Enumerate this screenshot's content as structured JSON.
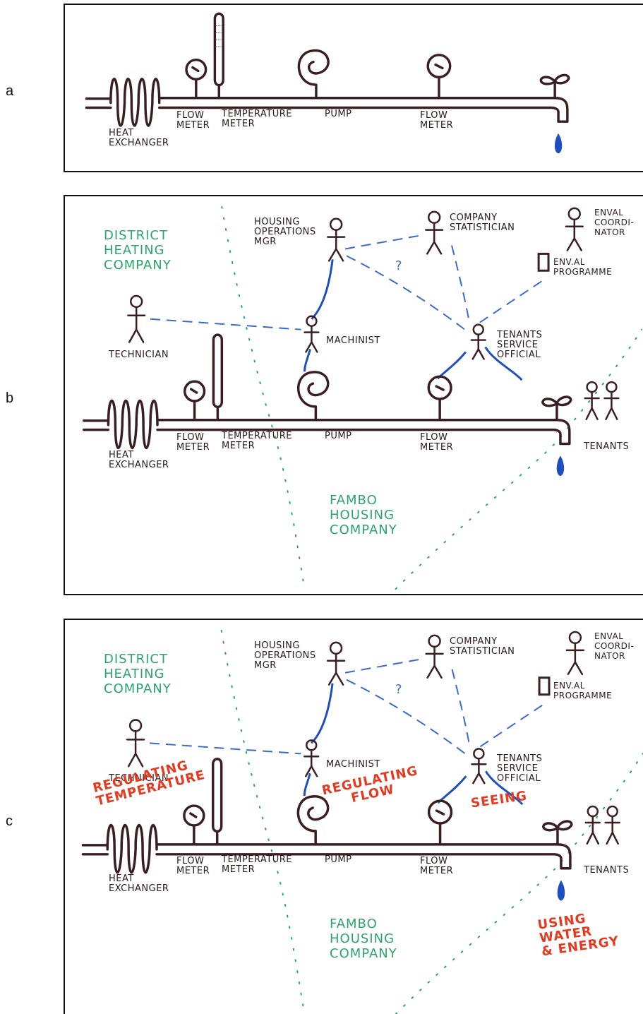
{
  "panels": [
    {
      "letter": "a",
      "labels": {
        "heat_exchanger": "HEAT\nEXCHANGER",
        "flow_meter_1": "FLOW\nMETER",
        "temperature_meter": "TEMPERATURE\nMETER",
        "pump": "PUMP",
        "flow_meter_2": "FLOW\nMETER"
      }
    },
    {
      "letter": "b",
      "labels": {
        "heat_exchanger": "HEAT\nEXCHANGER",
        "flow_meter_1": "FLOW\nMETER",
        "temperature_meter": "TEMPERATURE\nMETER",
        "pump": "PUMP",
        "flow_meter_2": "FLOW\nMETER",
        "district_heating": "DISTRICT\nHEATING\nCOMPANY",
        "fambo": "FAMBO\nHOUSING\nCOMPANY",
        "housing_ops": "HOUSING\nOPERATIONS\nMGR",
        "statistician": "COMPANY\nSTATISTICIAN",
        "enval_coord": "ENVAL\nCOORDI-\nNATOR",
        "enval_prog": "ENV.AL\nPROGRAMME",
        "technician": "TECHNICIAN",
        "machinist": "MACHINIST",
        "tenants_service": "TENANTS\nSERVICE\nOFFICIAL",
        "tenants": "TENANTS",
        "question": "?"
      }
    },
    {
      "letter": "c",
      "labels": {
        "heat_exchanger": "HEAT\nEXCHANGER",
        "flow_meter_1": "FLOW\nMETER",
        "temperature_meter": "TEMPERATURE\nMETER",
        "pump": "PUMP",
        "flow_meter_2": "FLOW\nMETER",
        "district_heating": "DISTRICT\nHEATING\nCOMPANY",
        "fambo": "FAMBO\nHOUSING\nCOMPANY",
        "housing_ops": "HOUSING\nOPERATIONS\nMGR",
        "statistician": "COMPANY\nSTATISTICIAN",
        "enval_coord": "ENVAL\nCOORDI-\nNATOR",
        "enval_prog": "ENV.AL\nPROGRAMME",
        "technician": "TECHNICIAN",
        "machinist": "MACHINIST",
        "tenants_service": "TENANTS\nSERVICE\nOFFICIAL",
        "tenants": "TENANTS",
        "question": "?"
      },
      "practices": {
        "regulating_temperature": "REGULATING\nTEMPERATURE",
        "regulating_flow": "REGULATING\nFLOW",
        "seeing": "SEEING",
        "using": "USING\nWATER\n& ENERGY"
      }
    }
  ],
  "colors": {
    "pipe": "#3a1f22",
    "org_green": "#2aa66a",
    "link_blue": "#3a6ad0",
    "practice_red": "#e63a1f",
    "drop_blue": "#1e4fc0"
  }
}
